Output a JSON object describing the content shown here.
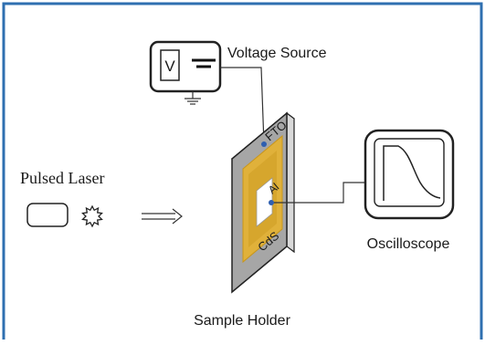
{
  "labels": {
    "voltage_source": "Voltage Source",
    "pulsed_laser": "Pulsed Laser",
    "oscilloscope": "Oscilloscope",
    "sample_holder": "Sample Holder",
    "voltage_symbol": "V",
    "fto": "FTO",
    "al": "Al",
    "cds": "CdS"
  },
  "colors": {
    "frame": "#2f6fb0",
    "holder": "#a6a6a6",
    "fto": "#bfbfbf",
    "cds": "#e0b13a",
    "cds_inner": "#c99a1e",
    "al": "#ffffff",
    "contact": "#2f5fb0",
    "line": "#333333"
  }
}
